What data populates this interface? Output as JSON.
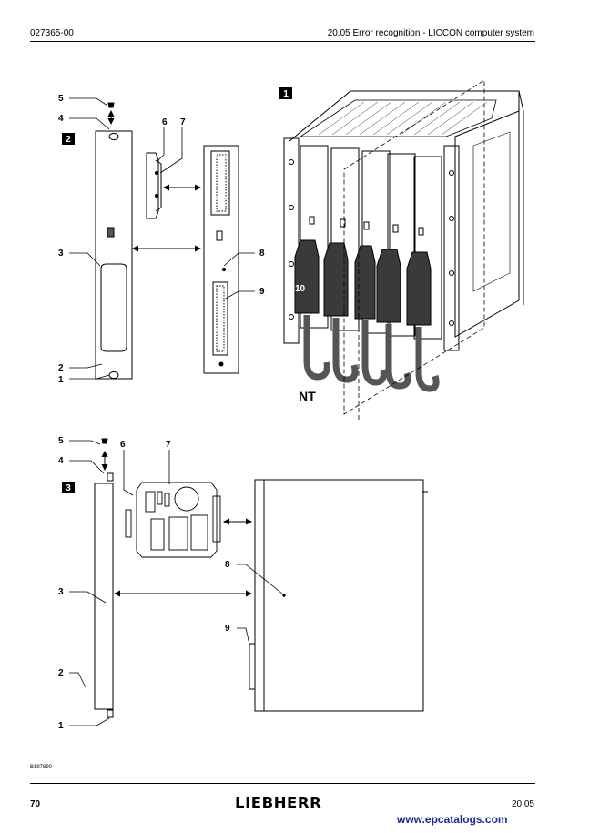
{
  "header": {
    "document_id": "027365-00",
    "section_title": "20.05 Error recognition - LICCON computer system"
  },
  "figure": {
    "view_1_tag": "1",
    "view_2_tag": "2",
    "view_3_tag": "3",
    "view_1_labels": {
      "connector_10": "10",
      "nt": "NT"
    },
    "view_2_callouts": [
      "5",
      "4",
      "6",
      "7",
      "3",
      "8",
      "9",
      "2",
      "1"
    ],
    "view_3_callouts": [
      "5",
      "4",
      "6",
      "7",
      "3",
      "8",
      "9",
      "2",
      "1"
    ],
    "figure_reference": "B197890"
  },
  "footer": {
    "page_number": "70",
    "brand": "LIEBHERR",
    "edition": "20.05",
    "watermark": "www.epcatalogs.com"
  }
}
